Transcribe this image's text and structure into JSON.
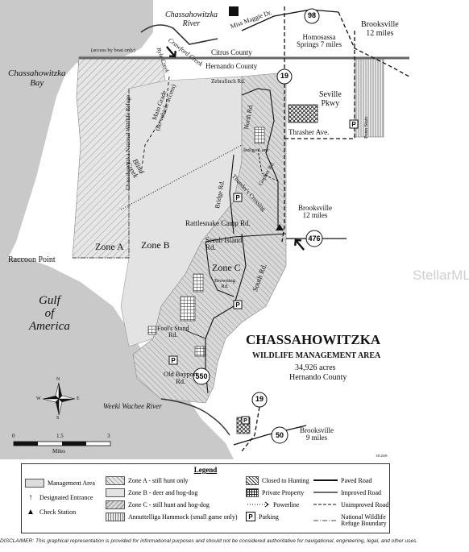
{
  "map": {
    "title": "CHASSAHOWITZKA",
    "subtitle": "WILDLIFE MANAGEMENT AREA",
    "acres": "34,926 acres",
    "county": "Hernando County",
    "colors": {
      "water": "#c9c9c9",
      "zone_a": "#dcdcdc",
      "zone_b": "#e3e3e3",
      "zone_c": "#d2d2d2",
      "line": "#111111"
    }
  },
  "places": {
    "chassahowitzka_river": "Chassahowitzka\nRiver",
    "miss_maggie_dr": "Miss Maggie Dr.",
    "route_98": "98",
    "brooksville_12_top": "Brooksville\n12 miles",
    "access_by_boat": "(access by boat only)",
    "crawford_creek": "Crawford Creek",
    "ryle_creek": "Ryle Creek",
    "citrus_county": "Citrus County",
    "homosassa_springs": "Homosassa\nSprings 7 miles",
    "chassahowitzka_bay": "Chassahowitzka\nBay",
    "hernando_county": "Hernando County",
    "zebrafinch_rd": "Zebrafinch Rd.",
    "main_grade": "Main Grade\n(no vehicle access)",
    "route_19_top": "19",
    "seville_pkwy": "Seville\nPkwy",
    "north_rd": "North Rd.",
    "thrasher_ave": "Thrasher Ave.",
    "penn_state": "Penn State",
    "blind_creek": "Blind\nCreek",
    "refuge_name": "Chassahowitzka National Wildlife Refuge",
    "indigo_lane": "Indigo Lane",
    "gopher_rd": "Gopher Rd.",
    "bridge_rd": "Bridge Rd.",
    "thunders_crossing": "Thunder's Crossing",
    "brooksville_12_mid": "Brooksville\n12 miles",
    "rattlesnake_camp_rd": "Rattlesnake Camp Rd.",
    "route_476": "476",
    "zone_a": "Zone A",
    "zone_b": "Zone B",
    "scrub_island_rd": "Scrub Island\nRd.",
    "raccoon_point": "Raccoon Point",
    "zone_c": "Zone C",
    "south_rd": "South Rd.",
    "browning_rd": "Browning\nRd.",
    "gulf_of_america": "Gulf\nof\nAmerica",
    "fools_stand_rd": "Fool's Stand\nRd.",
    "old_bayport_rd": "Old Bayport\nRd.",
    "route_550": "550",
    "route_19_bottom": "19",
    "weeki_wachee_river": "Weeki Wachee River",
    "route_50": "50",
    "brooksville_9": "Brooksville\n9 miles",
    "compass": {
      "n": "N",
      "s": "S",
      "e": "E",
      "w": "W"
    },
    "scale": {
      "t0": "0",
      "t1": "1.5",
      "t2": "3",
      "unit": "Miles"
    },
    "map_id": "HC2008",
    "watermark": "StellarMLS"
  },
  "legend": {
    "title": "Legend",
    "col1": [
      "Management Area",
      "Designated Entrance",
      "Check Station"
    ],
    "col2": [
      "Zone A - still hunt only",
      "Zone B - deer and hog-dog",
      "Zone C - still hunt and hog-dog",
      "Annuttelliga Hammock (small game only)"
    ],
    "col3": [
      "Closed to Hunting",
      "Private Property",
      "Powerline",
      "Parking"
    ],
    "col4": [
      "Paved Road",
      "Improved Road",
      "Unimproved Road",
      "National Wildlife\nRefuge Boundary"
    ],
    "parking_icon": "P"
  },
  "disclaimer": "DISCLAIMER: This graphical representation is provided for informational purposes and should not be considered authoritative for navigational, engineering, legal, and other uses."
}
